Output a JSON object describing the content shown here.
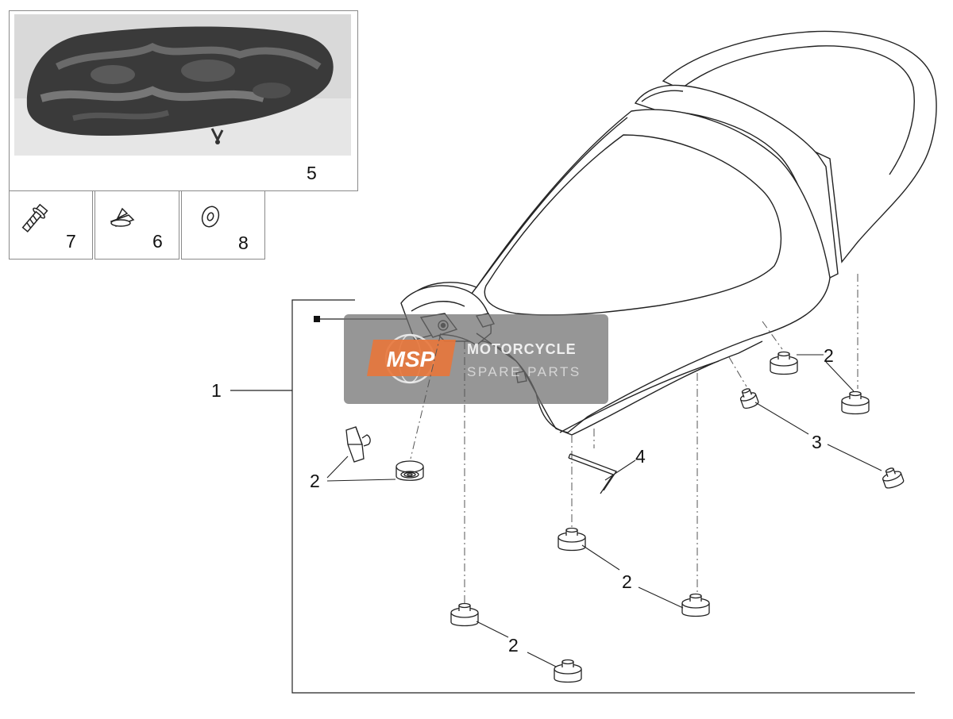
{
  "insets": {
    "seat_cover": {
      "number": "5"
    },
    "screw": {
      "number": "7"
    },
    "clip": {
      "number": "6"
    },
    "washer": {
      "number": "8"
    }
  },
  "callouts": {
    "seat_assembly": "1",
    "front_bumper_group": "2",
    "rear_right_bumpers": "2",
    "side_bumper": "3",
    "hex_key": "4",
    "center_bumpers": "2",
    "lower_bumpers": "2"
  },
  "watermark": {
    "logo_text": "MSP",
    "line1": "MOTORCYCLE",
    "line2": "SPARE PARTS"
  },
  "colors": {
    "line": "#222222",
    "dash": "#555555",
    "watermark_bg": "#6d6d6d",
    "watermark_accent": "#e8763a"
  }
}
